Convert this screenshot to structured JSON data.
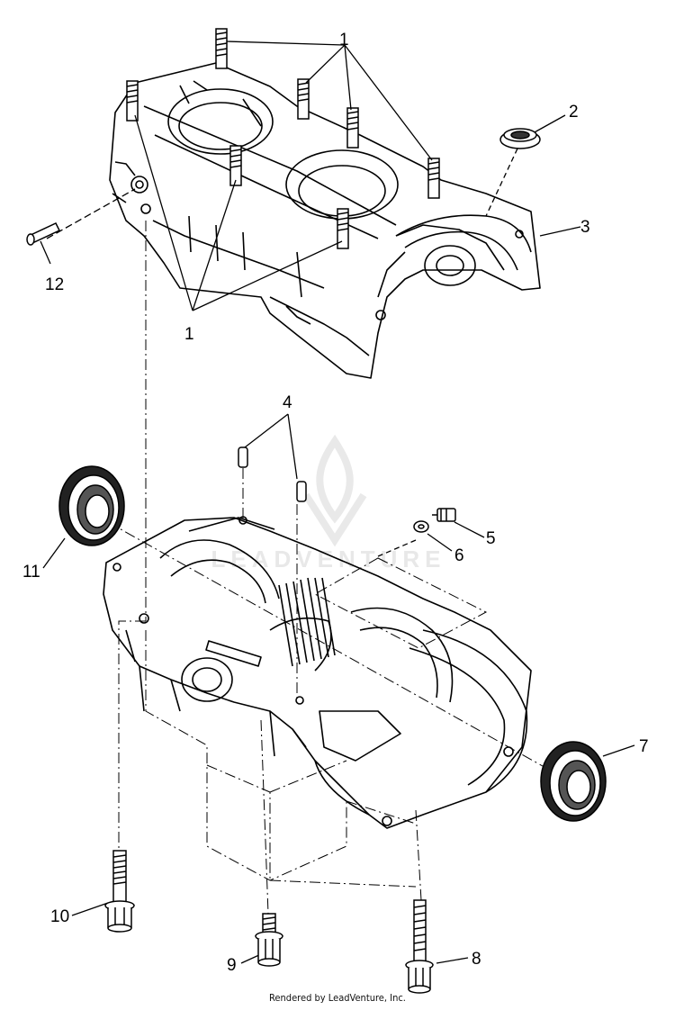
{
  "callouts": {
    "c1_top": "1",
    "c1_bottom": "1",
    "c2": "2",
    "c3": "3",
    "c4": "4",
    "c5": "5",
    "c6": "6",
    "c7": "7",
    "c8": "8",
    "c9": "9",
    "c10": "10",
    "c11": "11",
    "c12": "12"
  },
  "watermark": "LEADVENTURE",
  "credit": "Rendered by LeadVenture, Inc.",
  "colors": {
    "line": "#000000",
    "watermark": "#e6e6e6",
    "background": "#ffffff"
  }
}
